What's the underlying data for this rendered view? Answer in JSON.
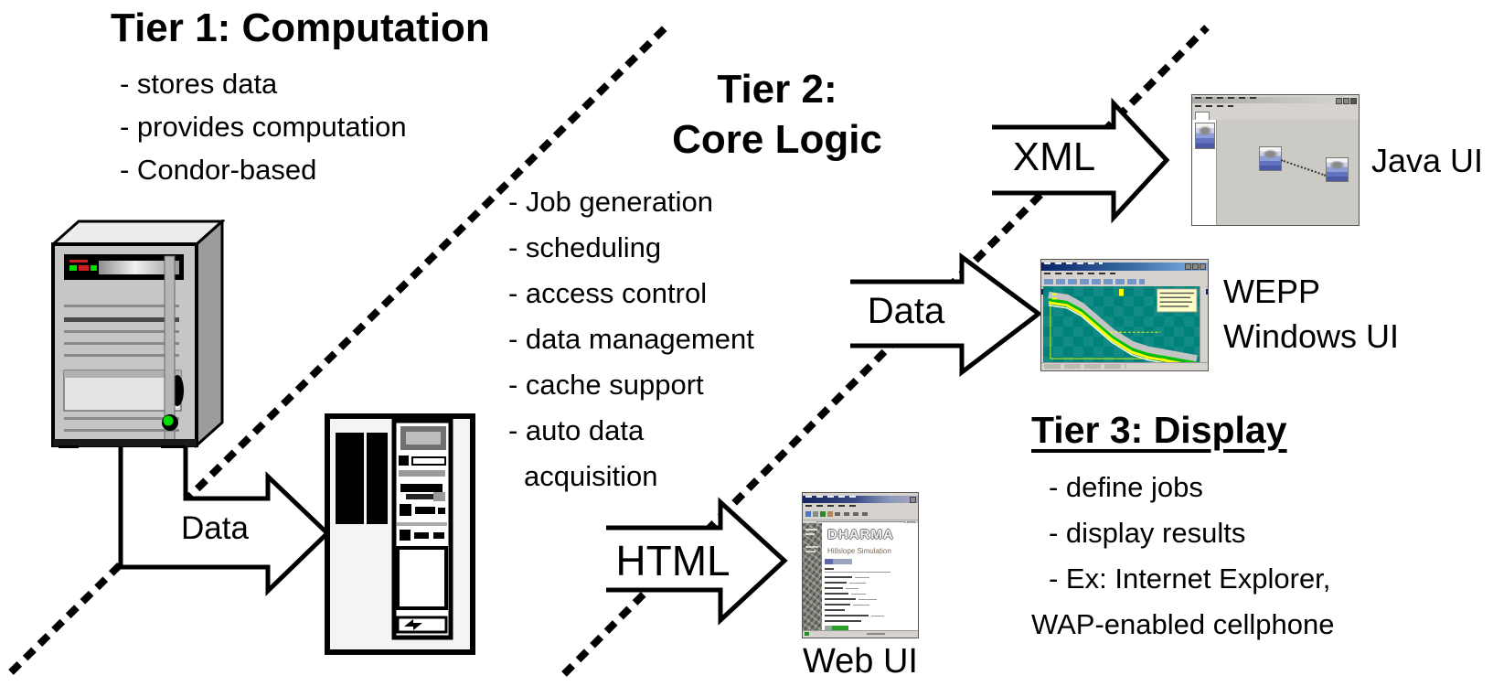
{
  "slide": {
    "tier1": {
      "title": "Tier 1: Computation",
      "bullets": [
        "- stores data",
        "- provides computation",
        "- Condor-based"
      ]
    },
    "tier2": {
      "title_line1": "Tier 2:",
      "title_line2": "Core Logic",
      "bullets": [
        "- Job generation",
        "- scheduling",
        "- access control",
        "- data management",
        "- cache support",
        "- auto data",
        "acquisition"
      ]
    },
    "tier3": {
      "title": "Tier 3: Display",
      "bullets": [
        "- define jobs",
        "- display results",
        "- Ex: Internet Explorer,",
        "WAP-enabled cellphone"
      ]
    },
    "arrows": {
      "tier1_data": "Data",
      "html": "HTML",
      "xml": "XML",
      "tier2_data": "Data"
    },
    "screens": {
      "java": {
        "label": "Java UI"
      },
      "wepp": {
        "label_line1": "WEPP",
        "label_line2": "Windows UI"
      },
      "web": {
        "label": "Web UI",
        "logo": "DHARMA",
        "heading": "Hillslope Simulation"
      }
    },
    "colors": {
      "background": "#ffffff",
      "ink": "#000000",
      "wepp_plot_teal": "#00827c",
      "wepp_band_gray": "#c4c4c4",
      "wepp_band_green": "#00c000",
      "wepp_band_yellow": "#ffff00",
      "win_titlebar_blue": "#0a246a",
      "led_green": "#00dd00",
      "led_red": "#cc2020"
    }
  }
}
